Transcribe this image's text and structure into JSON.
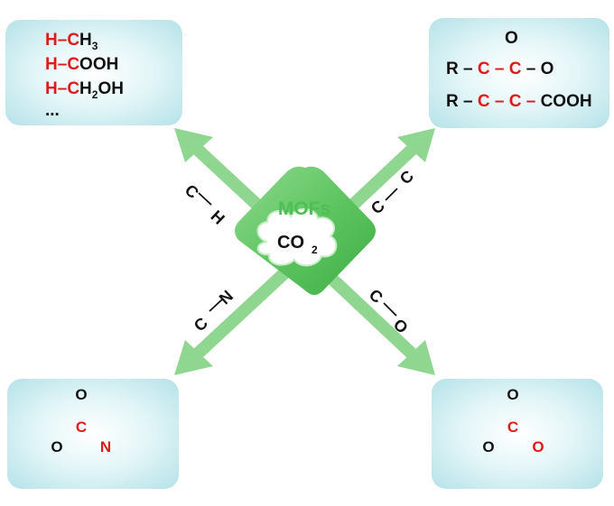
{
  "center": {
    "label": "MOFs",
    "cloud_text": "CO",
    "cloud_sub": "2",
    "colors": {
      "diamond": "#5fc562",
      "label": "#4fbf55",
      "arrow": "#8fd690"
    }
  },
  "arrows": {
    "top_left": {
      "bond_a": "C",
      "bond_b": "H"
    },
    "top_right": {
      "bond_a": "C",
      "bond_b": "C"
    },
    "bottom_left": {
      "bond_a": "C",
      "bond_b": "N"
    },
    "bottom_right": {
      "bond_a": "C",
      "bond_b": "O"
    }
  },
  "boxes": {
    "top_left": {
      "line1": {
        "h": "H",
        "dash": "–",
        "c": "C",
        "rest": "H",
        "sub": "3"
      },
      "line2": {
        "h": "H",
        "dash": "–",
        "c": "C",
        "rest": "OOH"
      },
      "line3": {
        "h": "H",
        "dash": "–",
        "c": "C",
        "rest": "H",
        "sub": "2",
        "rest2": "OH"
      },
      "line4": "..."
    },
    "top_right": {
      "row1": {
        "r": "R",
        "c1": "C",
        "c2": "C",
        "o_single": "O",
        "o_double": "O"
      },
      "row2": {
        "r": "R",
        "c1": "C",
        "c2": "C",
        "acid": "COOH"
      }
    },
    "bottom_left": {
      "carbonyl_o": "O",
      "c": "C",
      "ring_o": "O",
      "n": "N"
    },
    "bottom_right": {
      "carbonyl_o": "O",
      "c": "C",
      "ring_o_left": "O",
      "ring_o_right": "O"
    }
  }
}
